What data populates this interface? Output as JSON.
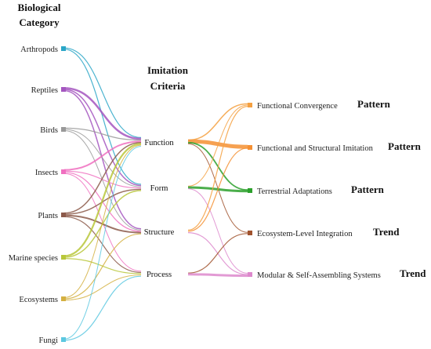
{
  "headers": {
    "left_line1": "Biological",
    "left_line2": "Category",
    "mid_line1": "Imitation",
    "mid_line2": "Criteria"
  },
  "left_nodes": [
    {
      "id": "arthropods",
      "label": "Arthropods",
      "color": "#2aa6c7"
    },
    {
      "id": "reptiles",
      "label": "Reptiles",
      "color": "#a456c0"
    },
    {
      "id": "birds",
      "label": "Birds",
      "color": "#999999"
    },
    {
      "id": "insects",
      "label": "Insects",
      "color": "#f06fc0"
    },
    {
      "id": "plants",
      "label": "Plants",
      "color": "#8c5a4a"
    },
    {
      "id": "marine",
      "label": "Marine species",
      "color": "#b8c73a"
    },
    {
      "id": "ecosystems",
      "label": "Ecosystems",
      "color": "#d4b040"
    },
    {
      "id": "fungi",
      "label": "Fungi",
      "color": "#5cc8e0"
    }
  ],
  "mid_nodes": [
    {
      "id": "function",
      "label": "Function"
    },
    {
      "id": "form",
      "label": "Form"
    },
    {
      "id": "structure",
      "label": "Structure"
    },
    {
      "id": "process",
      "label": "Process"
    }
  ],
  "right_nodes": [
    {
      "id": "convergence",
      "label": "Functional Convergence",
      "tag": "Pattern",
      "color": "#f5a040"
    },
    {
      "id": "imitation",
      "label": "Functional and Structural Imitation",
      "tag": "Pattern",
      "color": "#f59033"
    },
    {
      "id": "terrestrial",
      "label": "Terrestrial Adaptations",
      "tag": "Pattern",
      "color": "#2ca02c"
    },
    {
      "id": "ecosystem",
      "label": "Ecosystem-Level Integration",
      "tag": "Trend",
      "color": "#a0522d"
    },
    {
      "id": "modular",
      "label": "Modular & Self-Assembling Systems",
      "tag": "Trend",
      "color": "#dd88cc"
    }
  ],
  "links_left": [
    {
      "from": "arthropods",
      "to": "function",
      "w": 1.2
    },
    {
      "from": "arthropods",
      "to": "form",
      "w": 1.2
    },
    {
      "from": "reptiles",
      "to": "function",
      "w": 2.5
    },
    {
      "from": "reptiles",
      "to": "form",
      "w": 1.5
    },
    {
      "from": "reptiles",
      "to": "structure",
      "w": 1.5
    },
    {
      "from": "birds",
      "to": "function",
      "w": 1.2
    },
    {
      "from": "birds",
      "to": "form",
      "w": 1.0
    },
    {
      "from": "birds",
      "to": "structure",
      "w": 1.0
    },
    {
      "from": "insects",
      "to": "function",
      "w": 2.0
    },
    {
      "from": "insects",
      "to": "form",
      "w": 1.2
    },
    {
      "from": "insects",
      "to": "structure",
      "w": 1.2
    },
    {
      "from": "insects",
      "to": "process",
      "w": 1.0
    },
    {
      "from": "plants",
      "to": "function",
      "w": 1.5
    },
    {
      "from": "plants",
      "to": "form",
      "w": 1.5
    },
    {
      "from": "plants",
      "to": "structure",
      "w": 2.0
    },
    {
      "from": "plants",
      "to": "process",
      "w": 1.2
    },
    {
      "from": "marine",
      "to": "function",
      "w": 2.2
    },
    {
      "from": "marine",
      "to": "form",
      "w": 1.5
    },
    {
      "from": "marine",
      "to": "process",
      "w": 1.2
    },
    {
      "from": "ecosystems",
      "to": "function",
      "w": 1.0
    },
    {
      "from": "ecosystems",
      "to": "structure",
      "w": 1.2
    },
    {
      "from": "ecosystems",
      "to": "process",
      "w": 1.0
    },
    {
      "from": "fungi",
      "to": "function",
      "w": 1.0
    },
    {
      "from": "fungi",
      "to": "process",
      "w": 1.2
    }
  ],
  "links_right": [
    {
      "from": "function",
      "to": "convergence",
      "w": 1.5
    },
    {
      "from": "function",
      "to": "imitation",
      "w": 5.0
    },
    {
      "from": "function",
      "to": "terrestrial",
      "w": 1.8
    },
    {
      "from": "function",
      "to": "ecosystem",
      "w": 1.0
    },
    {
      "from": "form",
      "to": "convergence",
      "w": 1.0
    },
    {
      "from": "form",
      "to": "terrestrial",
      "w": 3.0
    },
    {
      "from": "form",
      "to": "modular",
      "w": 1.0
    },
    {
      "from": "structure",
      "to": "convergence",
      "w": 1.2
    },
    {
      "from": "structure",
      "to": "imitation",
      "w": 1.2
    },
    {
      "from": "structure",
      "to": "modular",
      "w": 1.2
    },
    {
      "from": "process",
      "to": "ecosystem",
      "w": 1.2
    },
    {
      "from": "process",
      "to": "modular",
      "w": 3.0
    }
  ]
}
